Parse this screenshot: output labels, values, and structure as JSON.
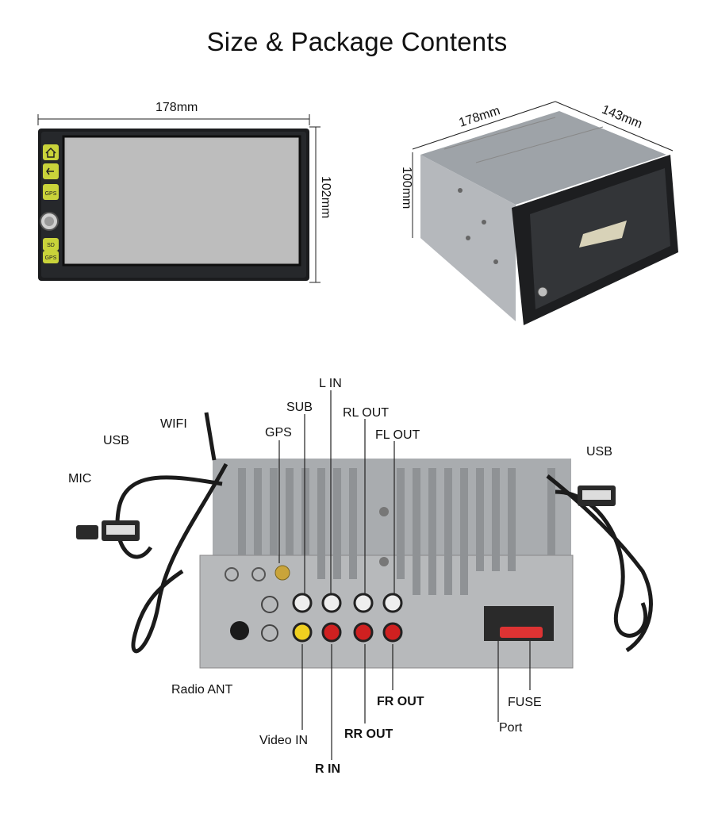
{
  "title": "Size & Package Contents",
  "front_view": {
    "width_label": "178mm",
    "height_label": "102mm",
    "buttons": [
      "GPS",
      "SD",
      "GPS"
    ]
  },
  "side_view": {
    "width_label": "178mm",
    "depth_label": "143mm",
    "height_label": "100mm"
  },
  "rear_view": {
    "labels": {
      "l_in": "L IN",
      "sub": "SUB",
      "rl_out": "RL OUT",
      "gps": "GPS",
      "wifi": "WIFI",
      "fl_out": "FL OUT",
      "usb_left": "USB",
      "usb_right": "USB",
      "mic": "MIC",
      "radio_ant": "Radio ANT",
      "fr_out": "FR OUT",
      "fuse": "FUSE",
      "video_in": "Video IN",
      "rr_out": "RR OUT",
      "port": "Port",
      "r_in": "R IN"
    }
  }
}
